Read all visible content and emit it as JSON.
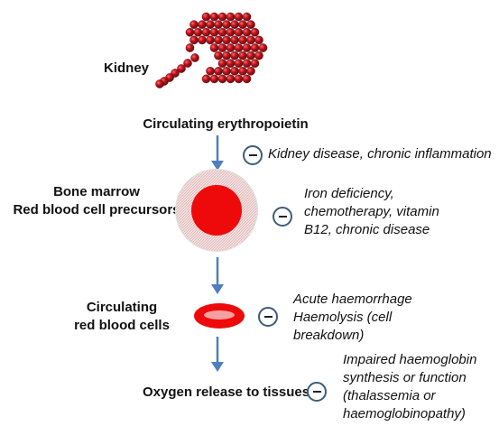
{
  "colors": {
    "rbc": "#ee0a0a",
    "bead": "#b4121b",
    "arrow": "#4f7fbf",
    "minus_ring": "#3f5b7a"
  },
  "kidney": {
    "label": "Kidney",
    "icon": "kidney-beads-icon"
  },
  "steps": {
    "epo_label": "Circulating erythropoietin",
    "marrow_line1": "Bone marrow",
    "marrow_line2": "Red blood cell precursors",
    "rbc_line1": "Circulating",
    "rbc_line2": "red blood cells",
    "oxygen_label": "Oxygen release to tissues"
  },
  "inhibitors": [
    {
      "symbol": "−",
      "lines": [
        "Kidney disease, chronic inflammation"
      ]
    },
    {
      "symbol": "−",
      "lines": [
        "Iron deficiency,",
        "chemotherapy, vitamin",
        "B12, chronic disease"
      ]
    },
    {
      "symbol": "−",
      "lines": [
        "Acute haemorrhage",
        "Haemolysis (cell",
        "breakdown)"
      ]
    },
    {
      "symbol": "−",
      "lines": [
        "Impaired haemoglobin",
        "synthesis or function",
        "(thalassemia or",
        "haemoglobinopathy)"
      ]
    }
  ]
}
